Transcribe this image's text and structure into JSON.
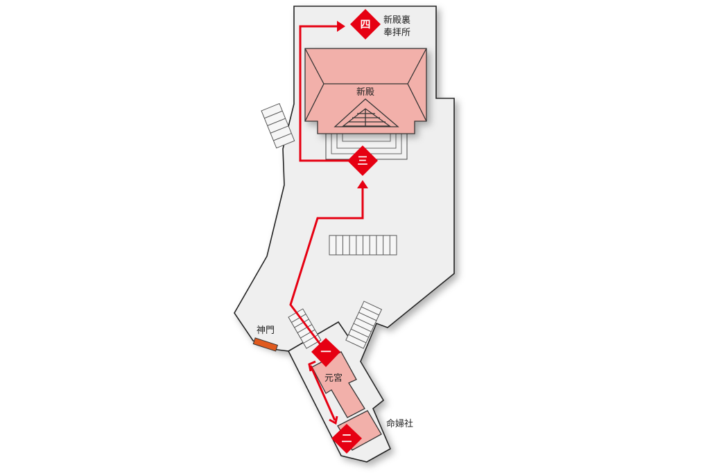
{
  "colors": {
    "route": "#e60012",
    "building": "#f2b0aa",
    "ground": "#efefef",
    "gate": "#e05a1e"
  },
  "labels": {
    "shinden": "新殿",
    "shinden_ura_line1": "新殿裏",
    "shinden_ura_line2": "奉拝所",
    "shinmon": "神門",
    "motomiya": "元宮",
    "myobusha": "命婦社"
  },
  "markers": [
    {
      "number": "一",
      "place": "元宮"
    },
    {
      "number": "二",
      "place": "命婦社"
    },
    {
      "number": "三",
      "place": "新殿"
    },
    {
      "number": "四",
      "place": "新殿裏奉拝所"
    }
  ]
}
